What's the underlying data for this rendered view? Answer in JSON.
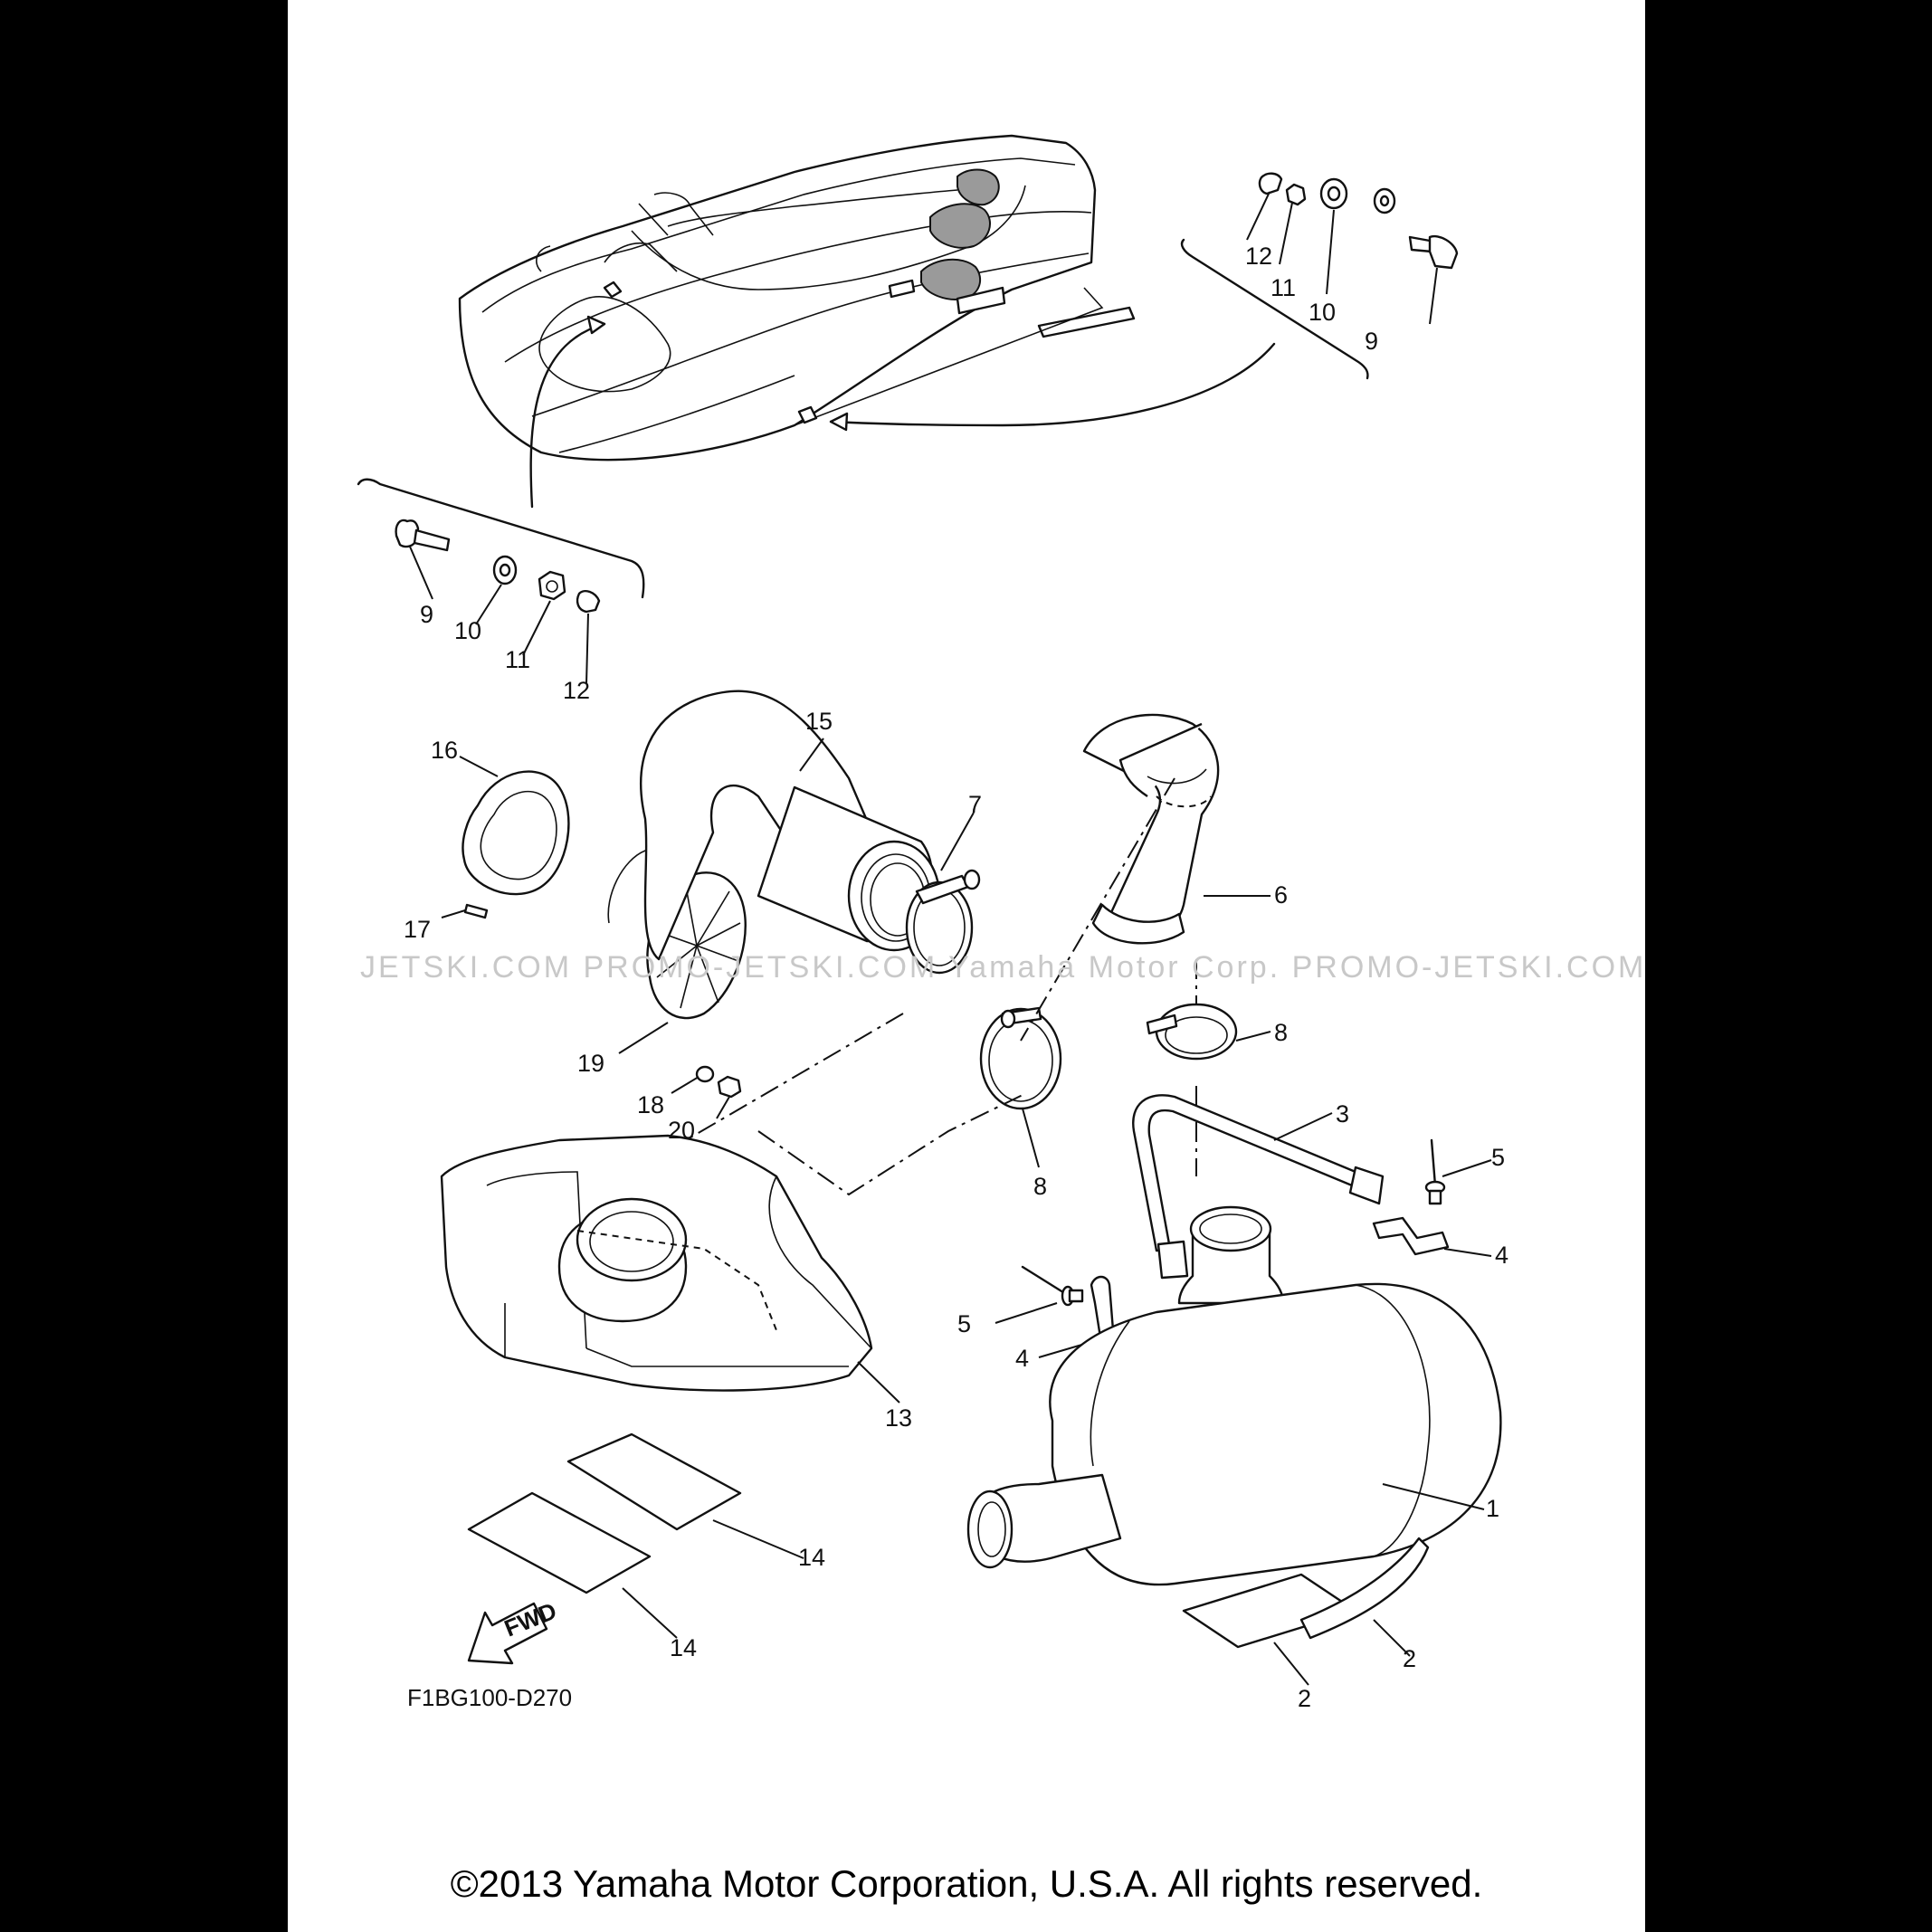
{
  "diagram": {
    "drawing_code": "F1BG100-D270",
    "fwd_label": "FWD",
    "watermark": "JETSKI.COM  PROMO-JETSKI.COM  Yamaha Motor Corp. PROMO-JETSKI.COM",
    "callouts": {
      "c1": "1",
      "c2a": "2",
      "c2b": "2",
      "c3": "3",
      "c4a": "4",
      "c4b": "4",
      "c5a": "5",
      "c5b": "5",
      "c6": "6",
      "c7": "7",
      "c8a": "8",
      "c8b": "8",
      "c9a": "9",
      "c9b": "9",
      "c10a": "10",
      "c10b": "10",
      "c11a": "11",
      "c11b": "11",
      "c12a": "12",
      "c12b": "12",
      "c13": "13",
      "c14a": "14",
      "c14b": "14",
      "c15": "15",
      "c16": "16",
      "c17": "17",
      "c18": "18",
      "c19": "19",
      "c20": "20"
    }
  },
  "footer": {
    "copyright": "©2013 Yamaha Motor Corporation, U.S.A. All rights reserved."
  }
}
